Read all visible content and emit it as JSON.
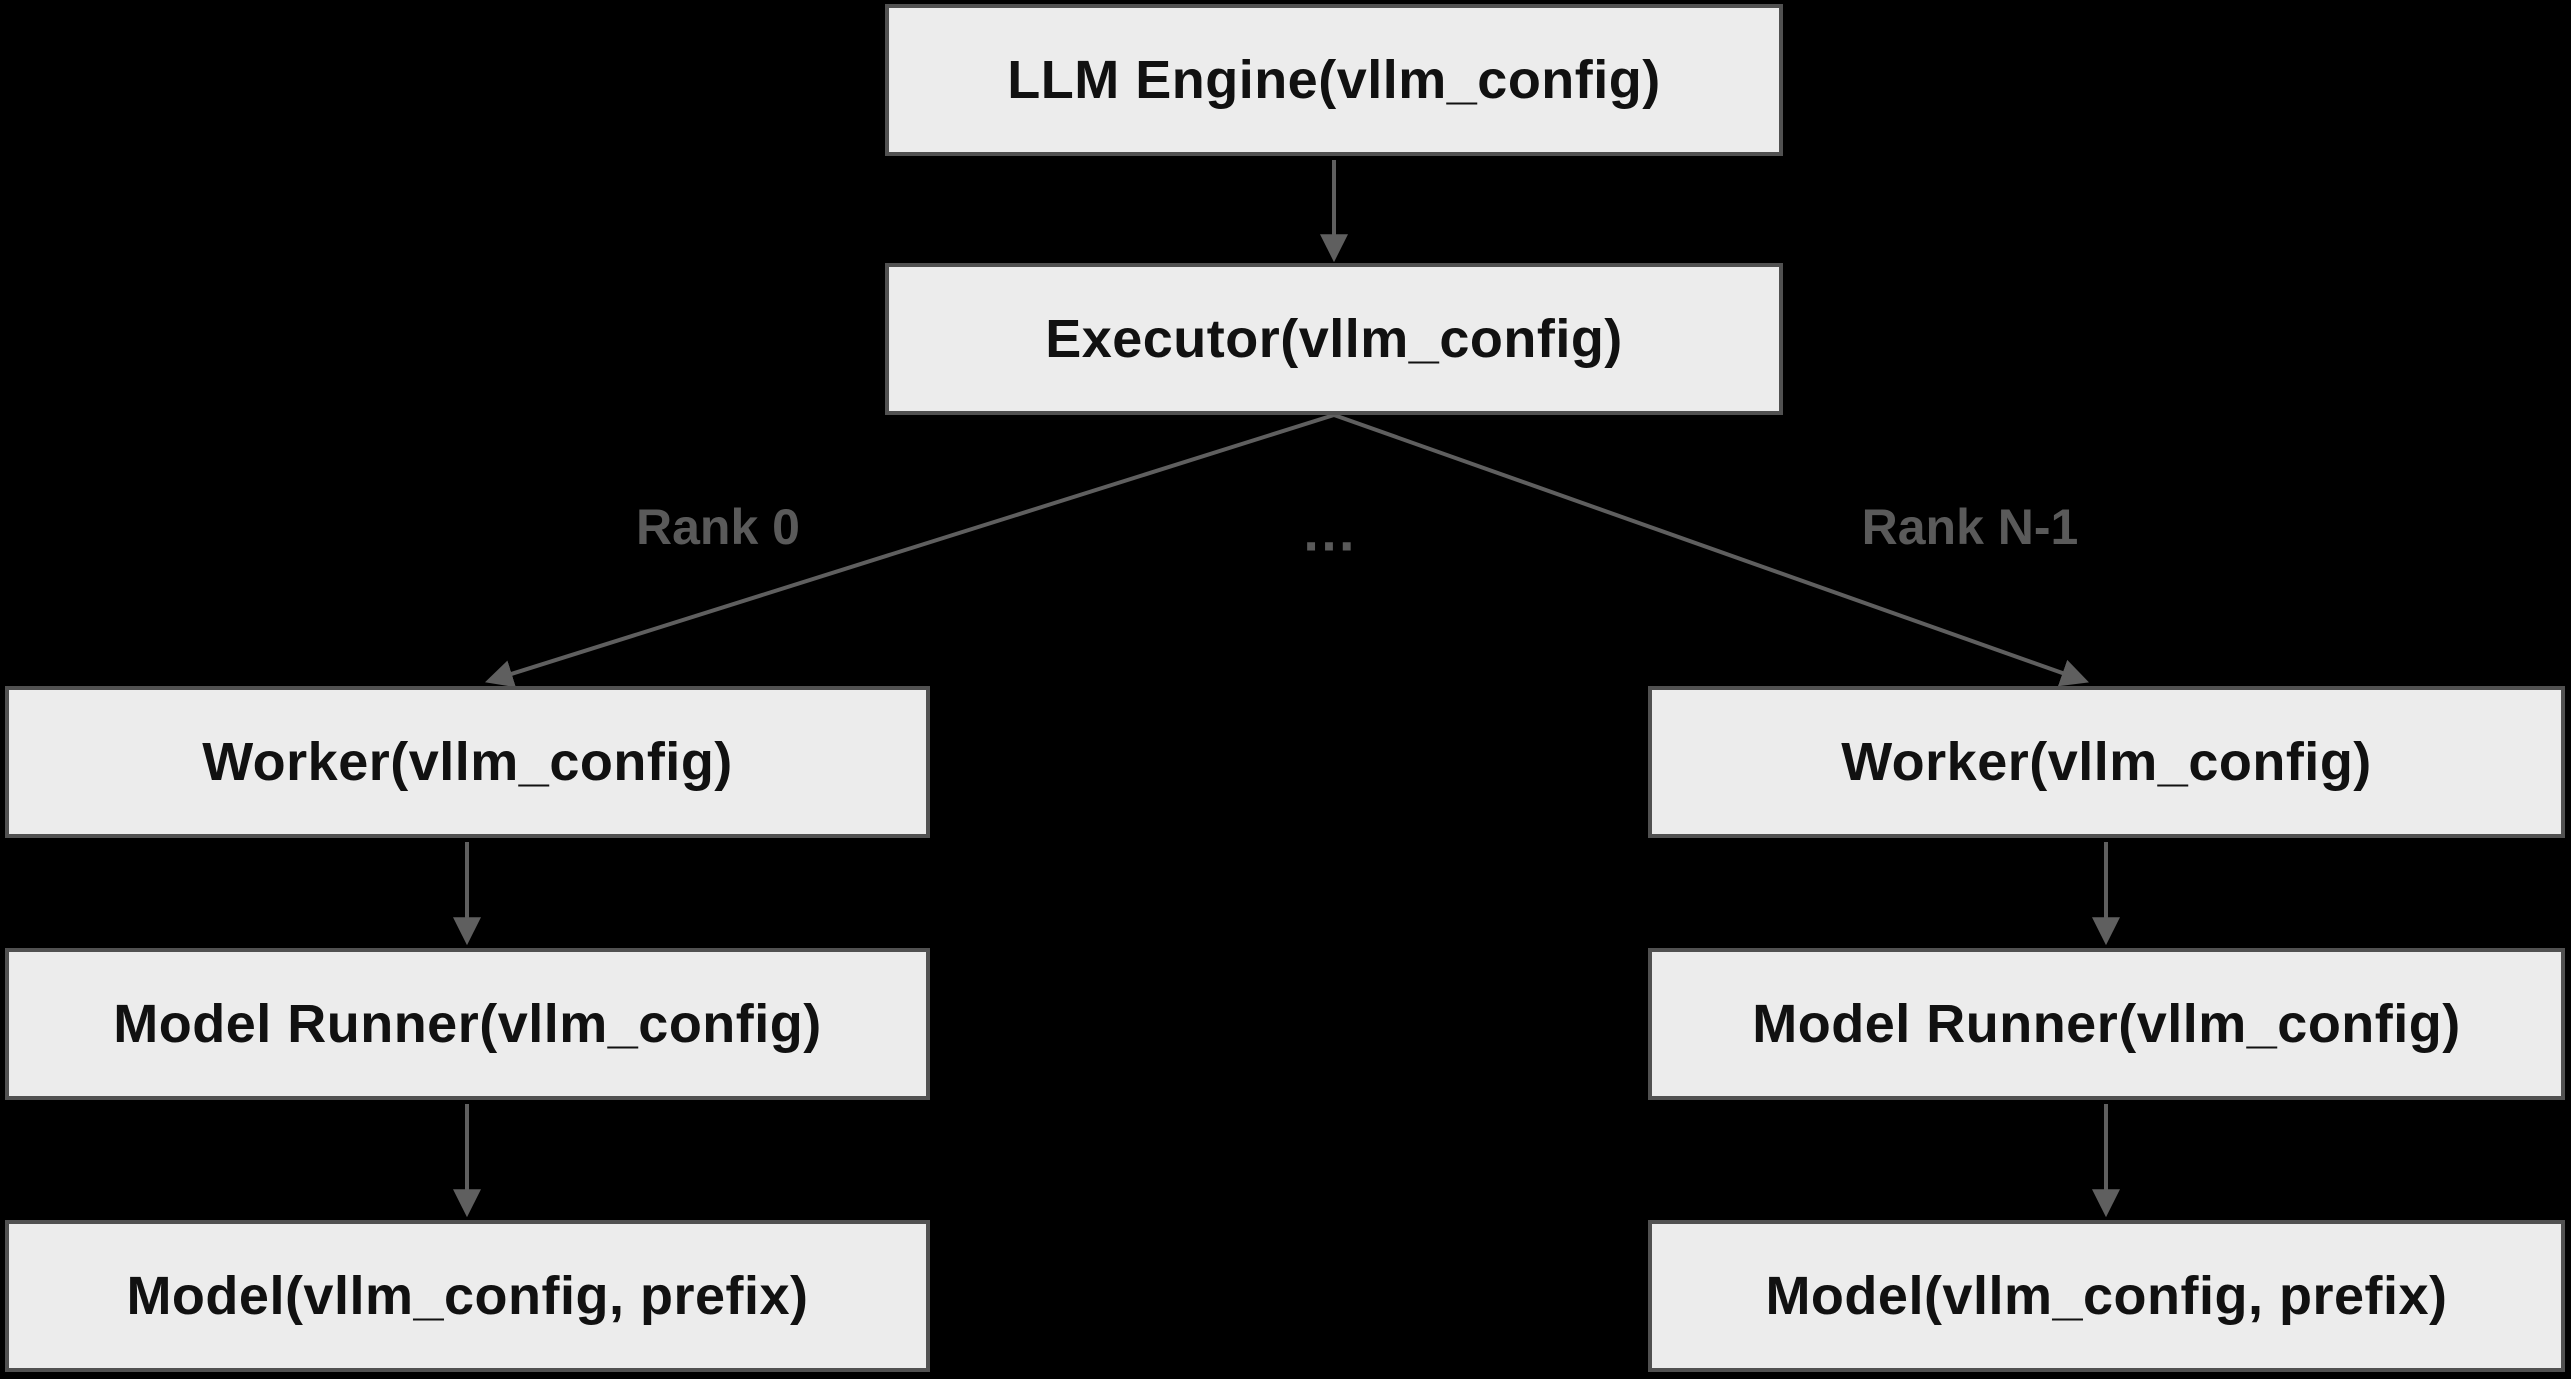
{
  "diagram": {
    "colors": {
      "background": "#000000",
      "node_fill": "#ececec",
      "node_border": "#515151",
      "node_text": "#111111",
      "edge": "#5f5f5f",
      "edge_label": "#5a5a5a"
    },
    "nodes": {
      "llm_engine": {
        "label": "LLM Engine(vllm_config)"
      },
      "executor": {
        "label": "Executor(vllm_config)"
      },
      "worker_left": {
        "label": "Worker(vllm_config)"
      },
      "worker_right": {
        "label": "Worker(vllm_config)"
      },
      "model_runner_left": {
        "label": "Model Runner(vllm_config)"
      },
      "model_runner_right": {
        "label": "Model Runner(vllm_config)"
      },
      "model_left": {
        "label": "Model(vllm_config, prefix)"
      },
      "model_right": {
        "label": "Model(vllm_config, prefix)"
      }
    },
    "edge_labels": {
      "rank0": "Rank 0",
      "dots": "…",
      "rank_n_minus_1": "Rank N-1"
    },
    "edges": [
      {
        "from": "llm_engine",
        "to": "executor",
        "label": ""
      },
      {
        "from": "executor",
        "to": "worker_left",
        "label": "Rank 0"
      },
      {
        "from": "executor",
        "to": "worker_right",
        "label": "Rank N-1"
      },
      {
        "from": "worker_left",
        "to": "model_runner_left",
        "label": ""
      },
      {
        "from": "model_runner_left",
        "to": "model_left",
        "label": ""
      },
      {
        "from": "worker_right",
        "to": "model_runner_right",
        "label": ""
      },
      {
        "from": "model_runner_right",
        "to": "model_right",
        "label": ""
      }
    ]
  }
}
